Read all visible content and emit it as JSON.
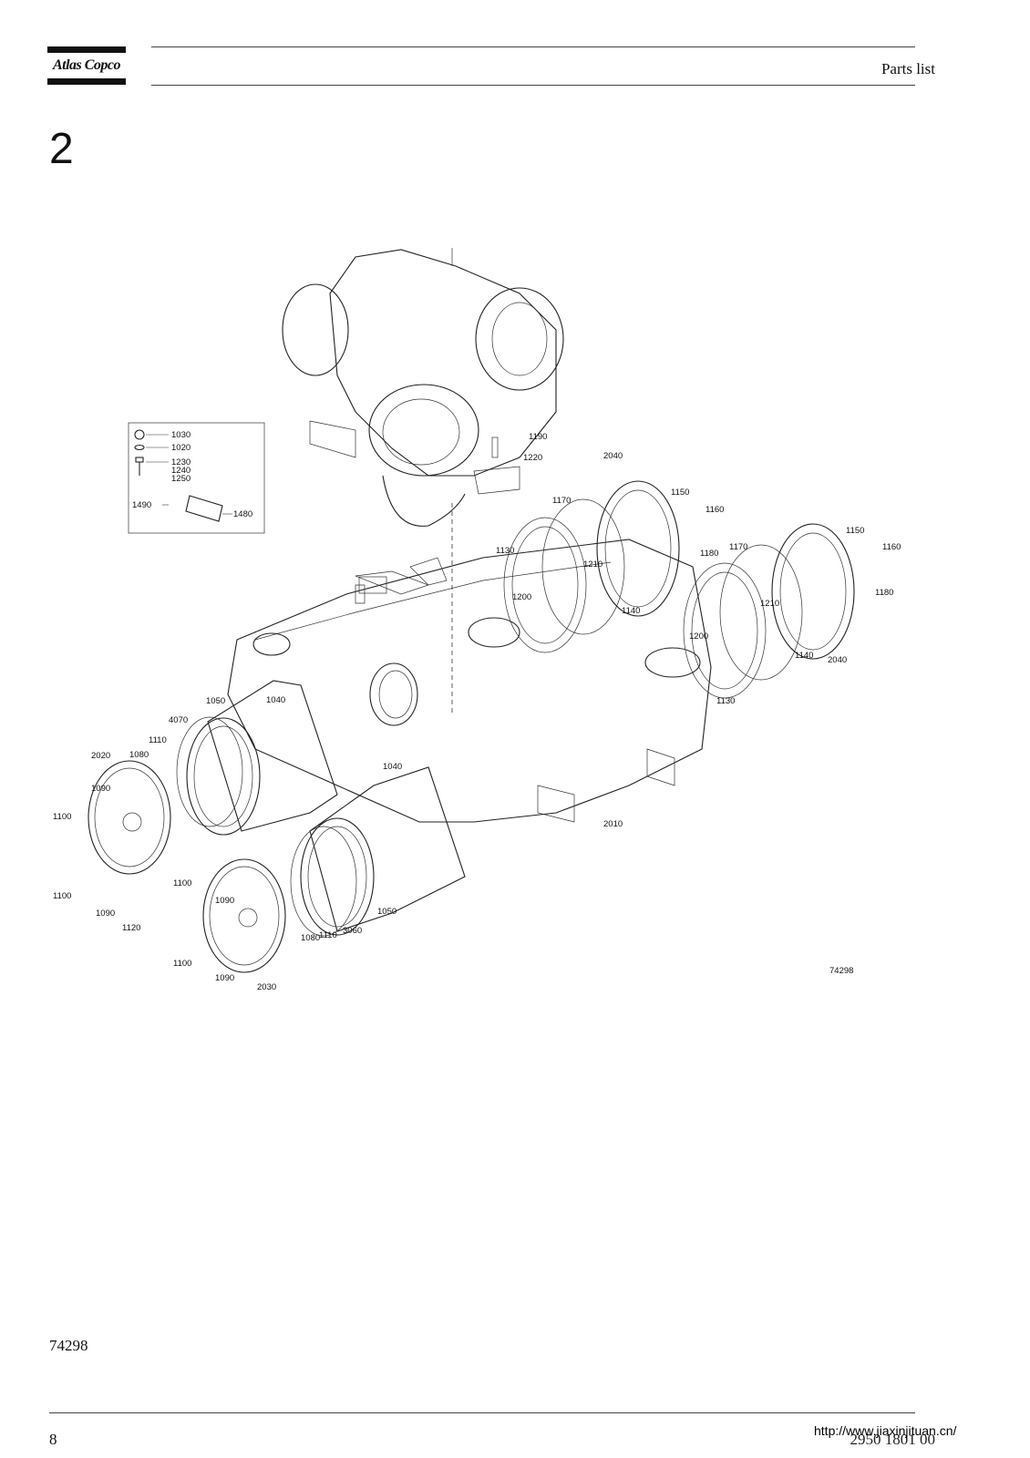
{
  "header": {
    "logo_text": "Atlas Copco",
    "title": "Parts list"
  },
  "section": {
    "number": "2"
  },
  "diagram": {
    "drawing_number": "74298",
    "callouts": [
      "1030",
      "1020",
      "1230",
      "1240",
      "1250",
      "1490",
      "1480",
      "1190",
      "1220",
      "2040",
      "1150",
      "1160",
      "1170",
      "1180",
      "1130",
      "1210",
      "1200",
      "1140",
      "1050",
      "1040",
      "4070",
      "1110",
      "1080",
      "2020",
      "1090",
      "1100",
      "2010",
      "1120",
      "3060",
      "2030"
    ],
    "inset_labels": [
      "1030",
      "1020",
      "1230",
      "1240",
      "1250",
      "1490",
      "1480"
    ]
  },
  "footer": {
    "reference": "74298",
    "page_number": "8",
    "document_number": "2950 1801 00",
    "url": "http://www.jiaxinjituan.cn/"
  }
}
